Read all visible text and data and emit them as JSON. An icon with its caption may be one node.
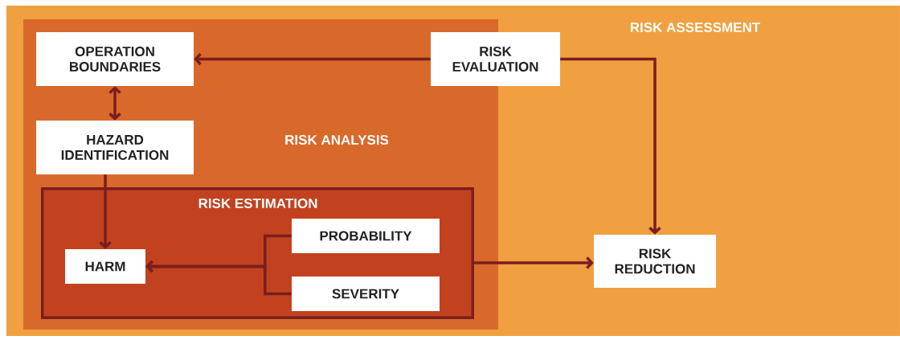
{
  "diagram": {
    "nodes": [
      {
        "text": [
          "RISK ASSESSMENT"
        ]
      },
      {
        "text": [
          "RISK ANALYSIS"
        ],
        "in": 0
      },
      {
        "text": [
          "OPERATION BOUNDARIES"
        ],
        "in": 1
      },
      {
        "text": [
          "RISK EVALUATION"
        ],
        "in": 0
      },
      {
        "text": [
          "HAZARD IDENTIFICATION"
        ],
        "in": 1
      },
      {
        "text": [
          "RISK ESTIMATION"
        ],
        "in": 1
      },
      {
        "text": [
          "PROBABILITY"
        ],
        "in": 5
      },
      {
        "text": [
          "HARM"
        ],
        "in": 5
      },
      {
        "text": [
          "SEVERITY"
        ],
        "in": 5
      },
      {
        "text": [
          "RISK REDUCTION"
        ],
        "in": 0
      }
    ],
    "edges": [
      {
        "from": 3,
        "to": 2,
        "arrow": "to"
      },
      {
        "from": 2,
        "to": 4,
        "arrow": "both"
      },
      {
        "from": 4,
        "to": 7,
        "arrow": "to"
      },
      {
        "from": 6,
        "to": 7,
        "arrow": "to"
      },
      {
        "from": 8,
        "to": 7,
        "arrow": "to"
      },
      {
        "from": 5,
        "to": 9,
        "arrow": "to"
      },
      {
        "from": 3,
        "to": 9,
        "arrow": "to"
      }
    ]
  }
}
